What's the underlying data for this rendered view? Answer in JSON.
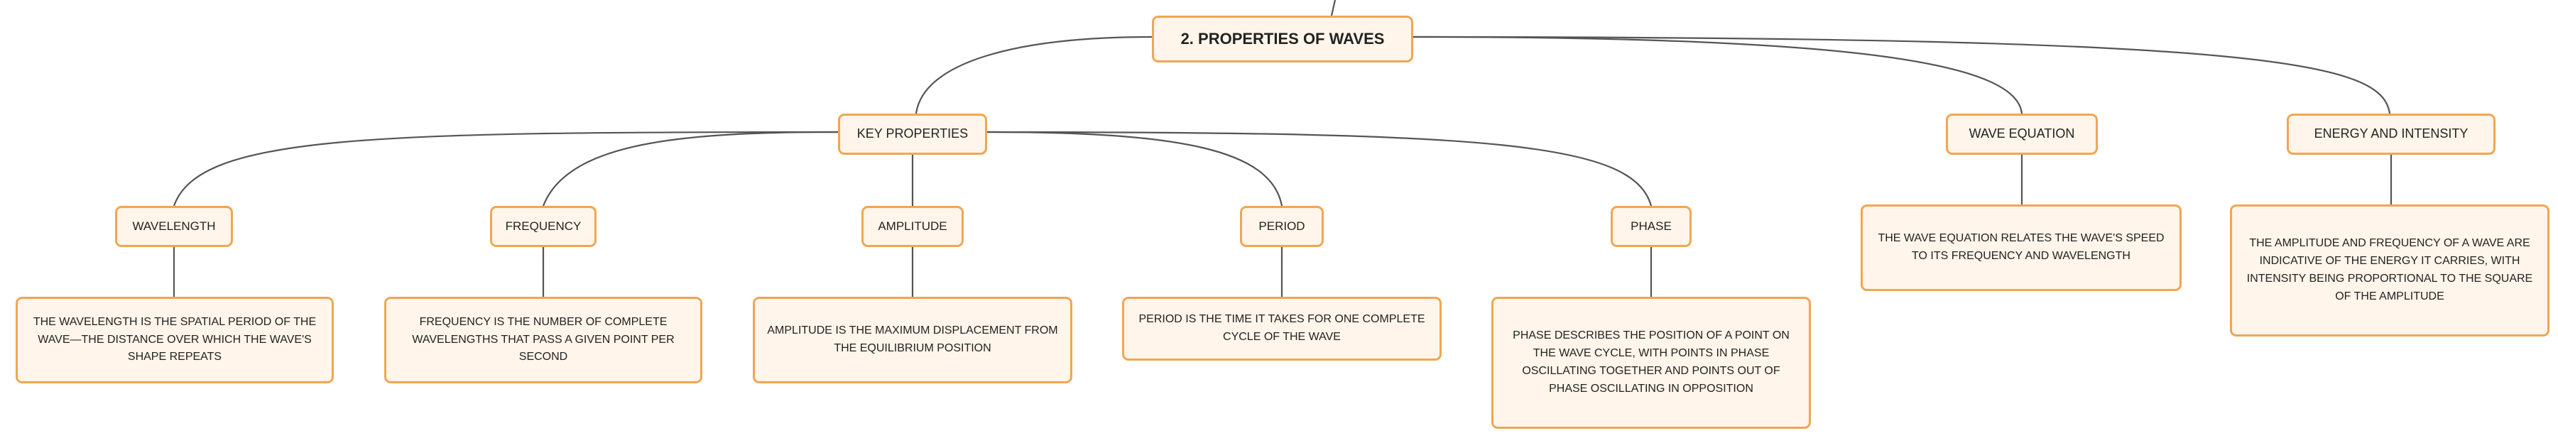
{
  "root": {
    "label": "2. PROPERTIES OF WAVES"
  },
  "key_properties": {
    "label": "KEY PROPERTIES",
    "children": [
      {
        "label": "WAVELENGTH",
        "description": "THE WAVELENGTH IS THE SPATIAL PERIOD OF THE WAVE—THE DISTANCE OVER WHICH THE WAVE'S SHAPE REPEATS"
      },
      {
        "label": "FREQUENCY",
        "description": "FREQUENCY IS THE NUMBER OF COMPLETE WAVELENGTHS THAT PASS A GIVEN POINT PER SECOND"
      },
      {
        "label": "AMPLITUDE",
        "description": "AMPLITUDE IS THE MAXIMUM DISPLACEMENT FROM THE EQUILIBRIUM POSITION"
      },
      {
        "label": "PERIOD",
        "description": "PERIOD IS THE TIME IT TAKES FOR ONE COMPLETE CYCLE OF THE WAVE"
      },
      {
        "label": "PHASE",
        "description": "PHASE DESCRIBES THE POSITION OF A POINT ON THE WAVE CYCLE, WITH POINTS IN PHASE OSCILLATING TOGETHER AND POINTS OUT OF PHASE OSCILLATING IN OPPOSITION"
      }
    ]
  },
  "wave_equation": {
    "label": "WAVE EQUATION",
    "description": "THE WAVE EQUATION RELATES THE WAVE'S SPEED TO ITS FREQUENCY AND WAVELENGTH"
  },
  "energy_intensity": {
    "label": "ENERGY AND INTENSITY",
    "description": "THE AMPLITUDE AND FREQUENCY OF A WAVE ARE INDICATIVE OF THE ENERGY IT CARRIES, WITH INTENSITY BEING PROPORTIONAL TO THE SQUARE OF THE AMPLITUDE"
  },
  "colors": {
    "node_fill": "#fff5ea",
    "node_border": "#f0a653",
    "connector": "#555555",
    "text": "#222222"
  }
}
